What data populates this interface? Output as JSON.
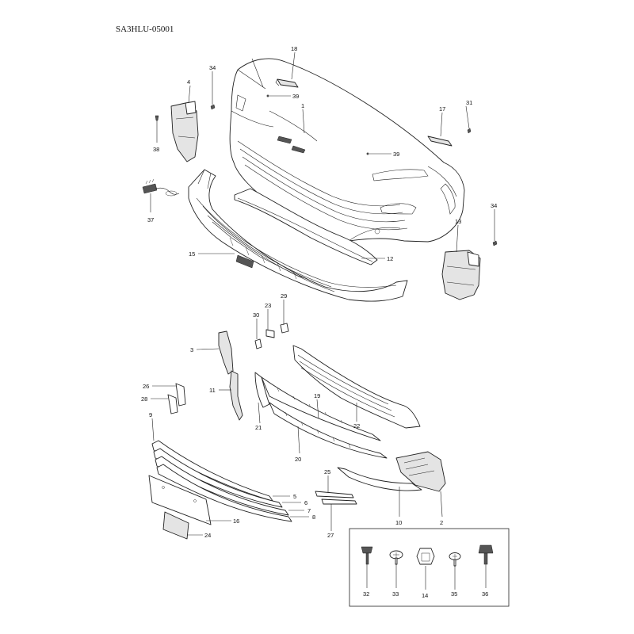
{
  "diagram_code": "SA3HLU-05001",
  "callouts": {
    "p1": "1",
    "p2": "2",
    "p3": "3",
    "p4": "4",
    "p5": "5",
    "p6": "6",
    "p7": "7",
    "p8": "8",
    "p9": "9",
    "p10": "10",
    "p11": "11",
    "p12": "12",
    "p13": "13",
    "p14": "14",
    "p15": "15",
    "p16": "16",
    "p17": "17",
    "p18": "18",
    "p19": "19",
    "p20": "20",
    "p21": "21",
    "p22": "22",
    "p23": "23",
    "p24": "24",
    "p25": "25",
    "p26": "26",
    "p27": "27",
    "p28": "28",
    "p29": "29",
    "p30": "30",
    "p31": "31",
    "p32": "32",
    "p33": "33",
    "p34a": "34",
    "p34b": "34",
    "p35": "35",
    "p36": "36",
    "p37": "37",
    "p38": "38",
    "p39a": "39",
    "p39b": "39"
  }
}
